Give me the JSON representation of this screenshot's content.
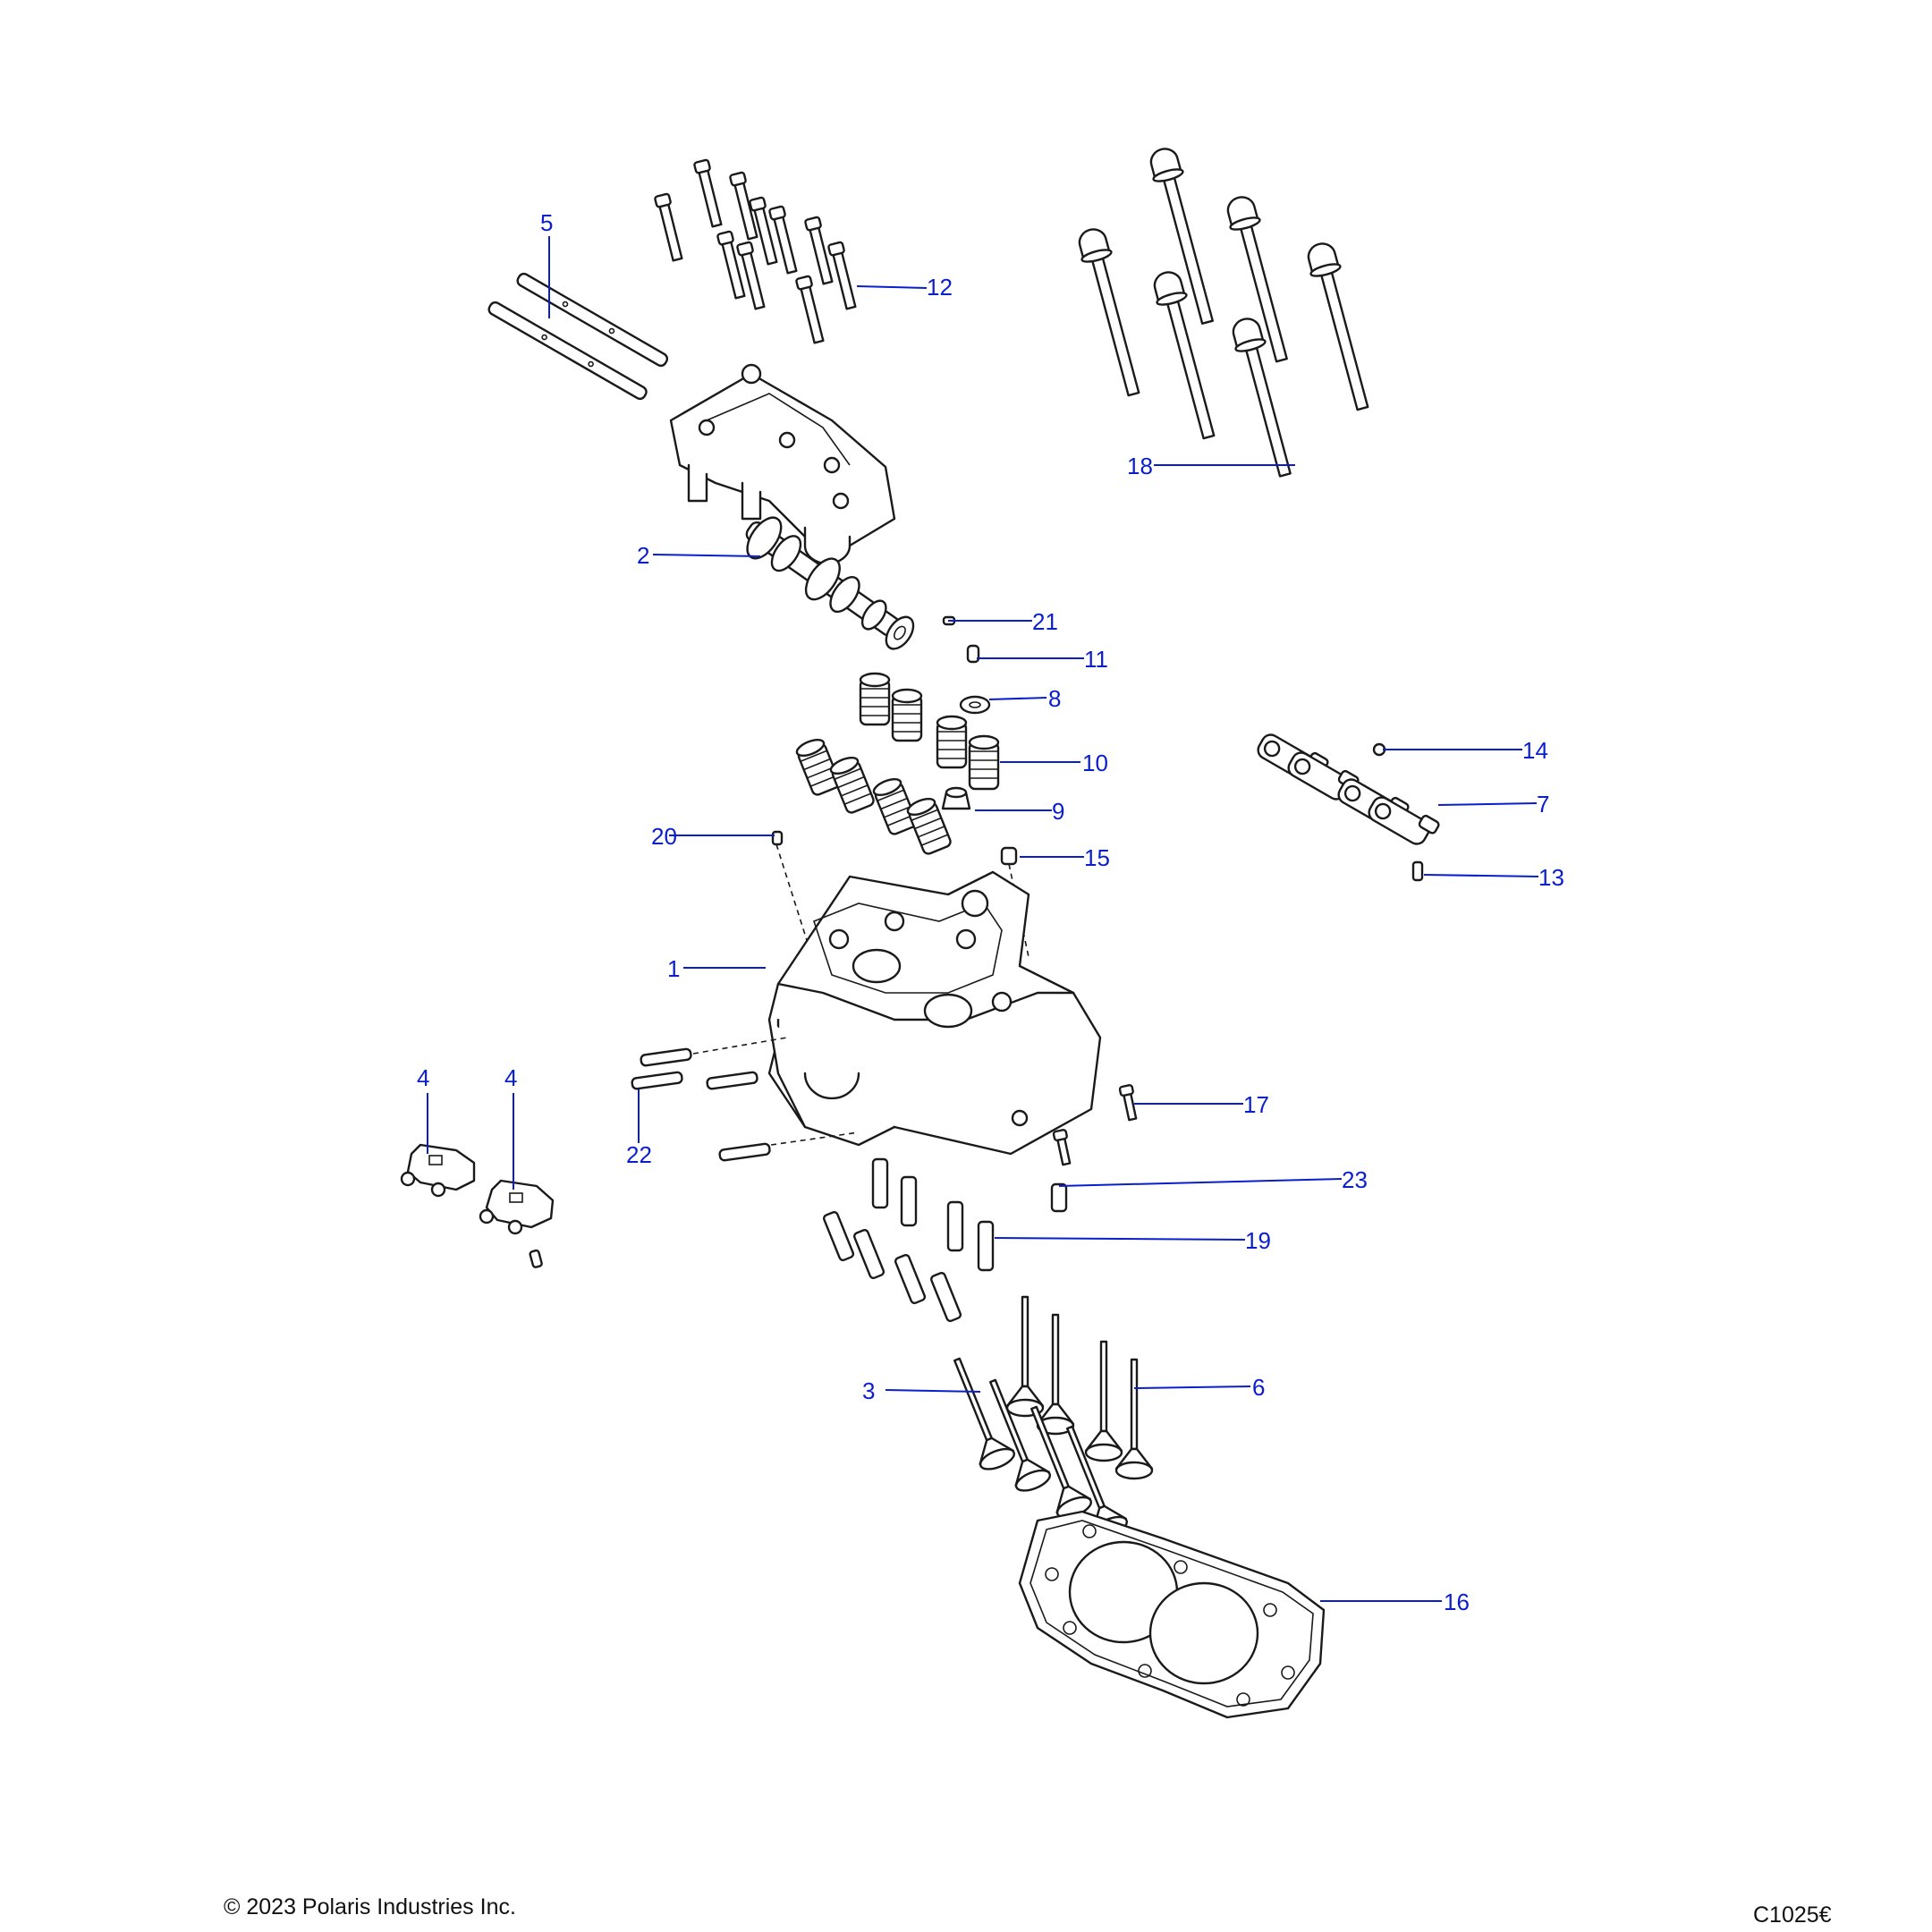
{
  "callouts": {
    "c1": "1",
    "c2": "2",
    "c3": "3",
    "c4a": "4",
    "c4b": "4",
    "c5": "5",
    "c6": "6",
    "c7": "7",
    "c8": "8",
    "c9": "9",
    "c10": "10",
    "c11": "11",
    "c12": "12",
    "c13": "13",
    "c14": "14",
    "c15": "15",
    "c16": "16",
    "c17": "17",
    "c18": "18",
    "c19": "19",
    "c20": "20",
    "c21": "21",
    "c22": "22",
    "c23": "23"
  },
  "footer": {
    "copyright": "© 2023 Polaris Industries Inc.",
    "figure_id": "C1025€"
  },
  "colors": {
    "callout": "#0a1ecc",
    "line": "#1a1a1a"
  }
}
